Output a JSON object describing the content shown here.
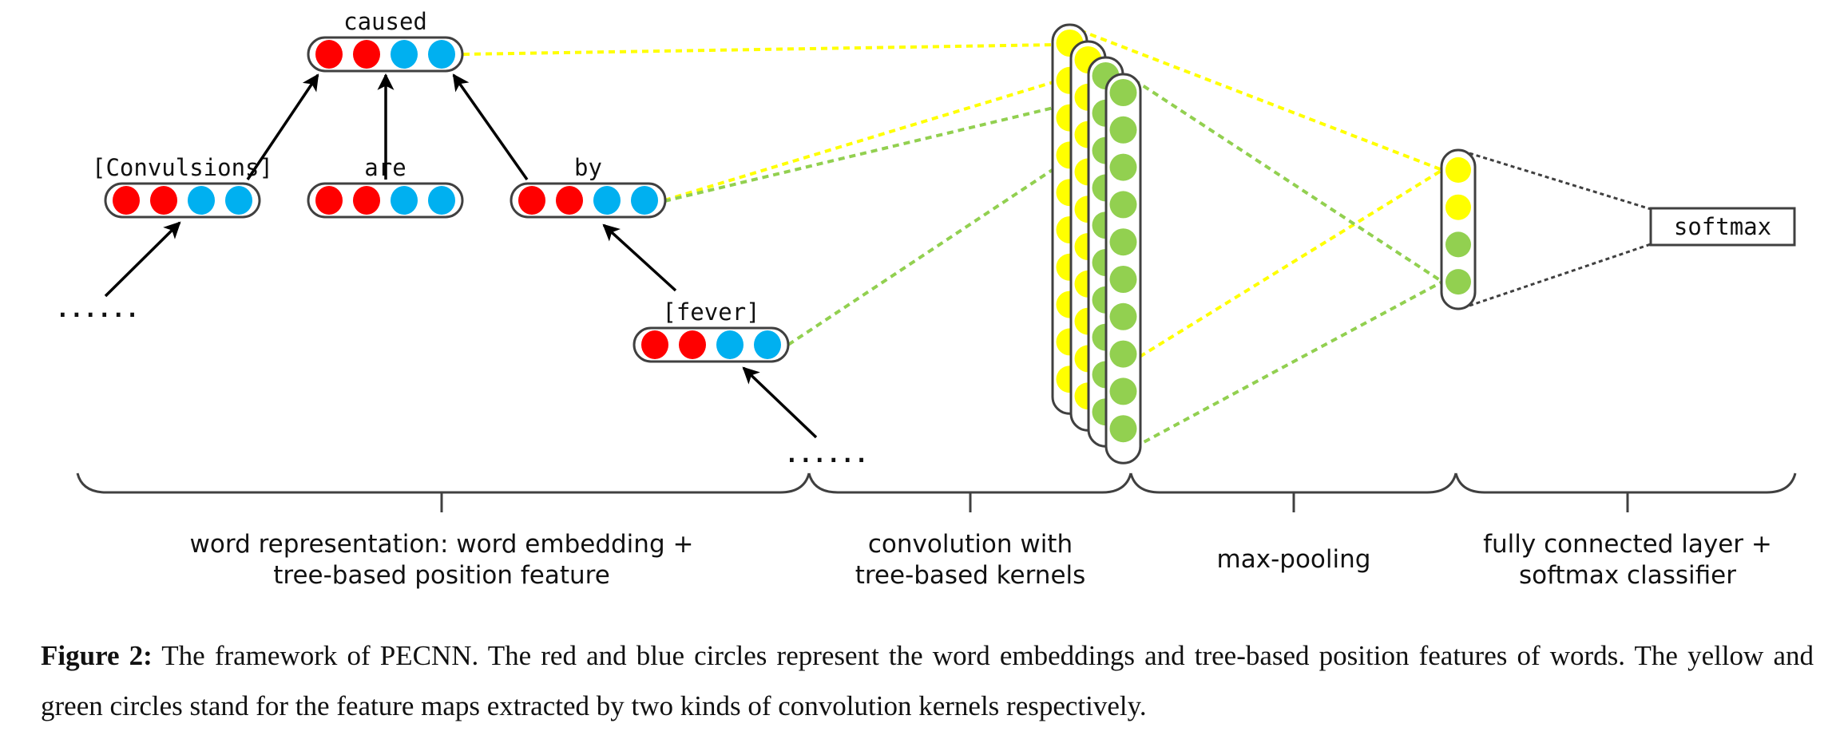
{
  "figure": {
    "tree_nodes": [
      {
        "id": "caused",
        "label": "caused",
        "vector": [
          "red",
          "red",
          "blue",
          "blue"
        ]
      },
      {
        "id": "convulsions",
        "label": "[Convulsions]",
        "vector": [
          "red",
          "red",
          "blue",
          "blue"
        ]
      },
      {
        "id": "are",
        "label": "are",
        "vector": [
          "red",
          "red",
          "blue",
          "blue"
        ]
      },
      {
        "id": "by",
        "label": "by",
        "vector": [
          "red",
          "red",
          "blue",
          "blue"
        ]
      },
      {
        "id": "fever",
        "label": "[fever]",
        "vector": [
          "red",
          "red",
          "blue",
          "blue"
        ]
      }
    ],
    "tree_edges": [
      {
        "from": "convulsions",
        "to": "caused"
      },
      {
        "from": "are",
        "to": "caused"
      },
      {
        "from": "by",
        "to": "caused"
      },
      {
        "from": "fever",
        "to": "by"
      },
      {
        "from": "ellipsis-left",
        "to": "convulsions"
      },
      {
        "from": "ellipsis-bottom",
        "to": "fever"
      }
    ],
    "ellipsis_text": "......",
    "feature_maps": [
      {
        "kind": "yellow",
        "circles": 10
      },
      {
        "kind": "yellow",
        "circles": 10
      },
      {
        "kind": "green",
        "circles": 10
      },
      {
        "kind": "green",
        "circles": 10
      }
    ],
    "pooling_vector": [
      "yellow",
      "yellow",
      "green",
      "green"
    ],
    "softmax_label": "softmax",
    "stages": [
      {
        "line1": "word representation: word embedding +",
        "line2": "tree-based position feature"
      },
      {
        "line1": "convolution with",
        "line2": "tree-based kernels"
      },
      {
        "line1": "max-pooling",
        "line2": ""
      },
      {
        "line1": "fully connected layer +",
        "line2": "softmax classifier"
      }
    ],
    "colors": {
      "red": "#ff0000",
      "blue": "#00b0f0",
      "yellow": "#ffff00",
      "green": "#92d050",
      "outline": "#404040",
      "dotted": "#404040"
    }
  },
  "caption": {
    "label": "Figure 2:",
    "text": "The framework of PECNN. The red and blue circles represent the word embeddings and tree-based position features of words. The yellow and green circles stand for the feature maps extracted by two kinds of convolution kernels respectively."
  }
}
